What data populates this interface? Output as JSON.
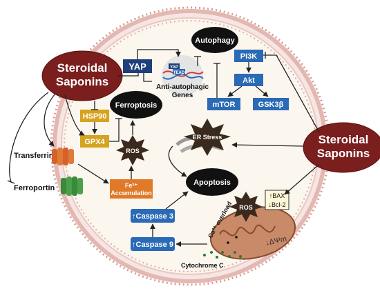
{
  "labels": {
    "steroidal_saponins_left": [
      "Steroidal",
      "Saponins"
    ],
    "steroidal_saponins_right": [
      "Steroidal",
      "Saponins"
    ],
    "yap": "YAP",
    "tead_yap": "YAP",
    "tead": "TEAD",
    "anti_autophagic_genes": [
      "Anti-autophagic",
      "Genes"
    ],
    "autophagy": "Autophagy",
    "pi3k": "PI3K",
    "akt": "Akt",
    "mtor": "mTOR",
    "gsk3b": "GSK3β",
    "ferroptosis": "Ferroptosis",
    "hsp90": "HSP90",
    "gpx4": "GPX4",
    "ros_ferro": "ROS",
    "transferrin": "Transferrin",
    "ferroportin": "Ferroportin",
    "fe_accumulation": [
      "Fe²⁺",
      "Accumulation"
    ],
    "er_stress": "ER Stress",
    "apoptosis": "Apoptosis",
    "caspase3": "↑Caspase 3",
    "caspase9": "↑Caspase 9",
    "ros_mito": "ROS",
    "bax": "↑BAX",
    "bcl2": "↓Bcl-2",
    "ca_overload": "Ca²⁺ overload",
    "delta_psi": "↓ΔΨm",
    "cytochrome_c": "Cytochrome C"
  },
  "colors": {
    "saponin_fill": "#7a1e1e",
    "blue_box": "#2a6ab6",
    "dark_blue_box": "#1f3f7a",
    "gold_box": "#d6a31e",
    "orange_box": "#e07a2a",
    "black_ellipse": "#111111",
    "membrane": "#e7b8b3",
    "mitochondria": "#c98a6a"
  }
}
